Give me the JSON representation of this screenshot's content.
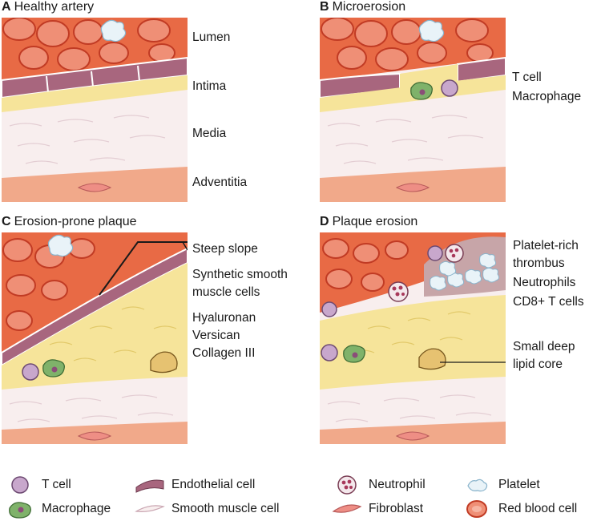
{
  "colors": {
    "lumen": "#e86a45",
    "rbc": "#ef8f76",
    "rbc_dark": "#c13b24",
    "endothelium": "#a8667e",
    "intima": "#f6e49a",
    "media": "#f8eeee",
    "adventitia": "#f1a98a",
    "macrophage": "#7fb26a",
    "tcell": "#c8a7cc",
    "thrombus": "#c7a5a8"
  },
  "panels": [
    {
      "letter": "A",
      "title": "Healthy artery",
      "labels": [
        "Lumen",
        "Intima",
        "Media",
        "Adventitia"
      ]
    },
    {
      "letter": "B",
      "title": "Microerosion",
      "labels": [
        "T cell",
        "Macrophage"
      ]
    },
    {
      "letter": "C",
      "title": "Erosion-prone plaque",
      "labels": [
        "Steep slope",
        "Synthetic smooth",
        "muscle cells",
        "Hyaluronan",
        "Versican",
        "Collagen III"
      ]
    },
    {
      "letter": "D",
      "title": "Plaque erosion",
      "labels": [
        "Platelet-rich",
        "thrombus",
        "Neutrophils",
        "CD8+ T cells",
        "Small deep",
        "lipid core"
      ]
    }
  ],
  "legend": [
    {
      "label": "T cell",
      "icon": "tcell-icon"
    },
    {
      "label": "Endothelial cell",
      "icon": "endothelial-cell-icon"
    },
    {
      "label": "Neutrophil",
      "icon": "neutrophil-icon"
    },
    {
      "label": "Platelet",
      "icon": "platelet-icon"
    },
    {
      "label": "Macrophage",
      "icon": "macrophage-icon"
    },
    {
      "label": "Smooth muscle cell",
      "icon": "smooth-muscle-cell-icon"
    },
    {
      "label": "Fibroblast",
      "icon": "fibroblast-icon"
    },
    {
      "label": "Red blood cell",
      "icon": "red-blood-cell-icon"
    }
  ]
}
